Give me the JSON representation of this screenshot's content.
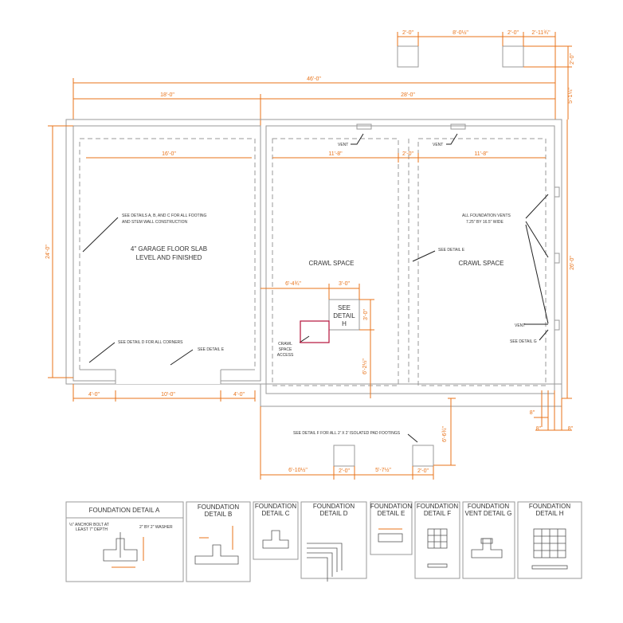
{
  "plan": {
    "dims": {
      "pad_top_left": "2'-0\"",
      "pad_spacing": "8'-0½\"",
      "pad_top_right": "2'-0\"",
      "pad_offset": "2'-11¾\"",
      "pad_height": "2'-0\"",
      "overall": "46'-0\"",
      "garage_width": "18'-0\"",
      "house_width": "28'-0\"",
      "side_offset": "5'-1¼\"",
      "garage_inner": "16'-0\"",
      "crawl_left": "11'-8\"",
      "center_wall": "2'-0\"",
      "crawl_right": "11'-8\"",
      "left_depth": "24'-0\"",
      "right_depth": "26'-0\"",
      "hatch_offset": "6'-4¾\"",
      "hatch_w": "3'-0\"",
      "hatch_h": "3'-0\"",
      "hatch_down": "6'-2½\"",
      "door_left": "4'-0\"",
      "door_width": "10'-0\"",
      "door_right": "4'-0\"",
      "vent_8a": "8\"",
      "vent_8b": "8\"",
      "vent_8c": "8\"",
      "pad_vert": "6'-6¾\"",
      "pad_left_offset": "6'-10½\"",
      "pad_b_width": "2'-0\"",
      "pad_between": "5'-7½\"",
      "pad_c_width": "2'-0\""
    },
    "notes": {
      "vent_left": "VENT",
      "vent_right": "VENT",
      "see_abc": "SEE DETAILS A, B, AND C FOR ALL FOOTING",
      "see_abc2": "AND STEM WALL CONSTRUCTION",
      "slab1": "4\" GARAGE FLOOR SLAB",
      "slab2": "LEVEL AND FINISHED",
      "crawl1": "CRAWL SPACE",
      "crawl2": "CRAWL SPACE",
      "see_e_mid": "SEE DETAIL E",
      "vents1": "ALL FOUNDATION VENTS",
      "vents2": "7.25\" BY 16.5\" WIDE",
      "see_d": "SEE DETAIL D FOR ALL CORNERS",
      "see_e_low": "SEE DETAIL E",
      "see_h1": "SEE",
      "see_h2": "DETAIL",
      "see_h3": "H",
      "access1": "CRAWL",
      "access2": "SPACE",
      "access3": "ACCESS",
      "vent_side": "VENT",
      "see_g": "SEE DETAIL G",
      "see_f": "SEE DETAIL F FOR ALL 2' X 2'  ISOLATED PAD FOOTINGS"
    }
  },
  "details": {
    "a_title": "FOUNDATION DETAIL A",
    "a_note1": "½\" ANCHOR BOLT AT",
    "a_note2": "LEAST 7\" DEPTH",
    "a_note3": "2\" BY 2\" WASHER",
    "b_title1": "FOUNDATION",
    "b_title2": "DETAIL B",
    "c_title1": "FOUNDATION",
    "c_title2": "DETAIL C",
    "d_title1": "FOUNDATION",
    "d_title2": "DETAIL D",
    "e_title1": "FOUNDATION",
    "e_title2": "DETAIL E",
    "f_title1": "FOUNDATION",
    "f_title2": "DETAIL F",
    "g_title1": "FOUNDATION",
    "g_title2": "VENT DETAIL G",
    "h_title1": "FOUNDATION",
    "h_title2": "DETAIL H"
  },
  "colors": {
    "dimension": "#e8731a",
    "wall": "#9a9a9a",
    "access": "#b5123a"
  }
}
